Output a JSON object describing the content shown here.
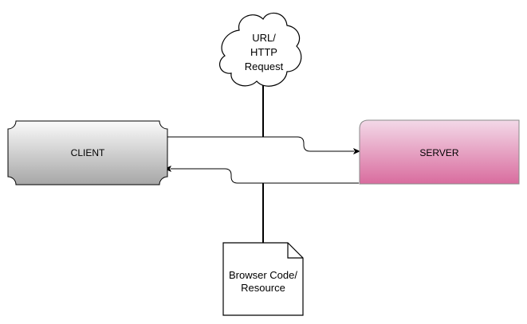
{
  "nodes": {
    "client": {
      "label": "CLIENT"
    },
    "server": {
      "label": "SERVER"
    },
    "request": {
      "lines": [
        "URL/",
        "HTTP",
        "Request"
      ]
    },
    "resource": {
      "lines": [
        "Browser Code/",
        "Resource"
      ]
    }
  },
  "colors": {
    "stroke": "#000000",
    "background": "#ffffff",
    "client_gradient_top": "#fafafa",
    "client_gradient_bottom": "#a6a6a6",
    "server_gradient_top": "#f3d9e8",
    "server_gradient_bottom": "#d96c9e",
    "server_stroke": "#8a8a8a"
  },
  "edges": [
    {
      "from": "client",
      "to": "server",
      "label": ""
    },
    {
      "from": "server",
      "to": "client",
      "label": ""
    }
  ]
}
